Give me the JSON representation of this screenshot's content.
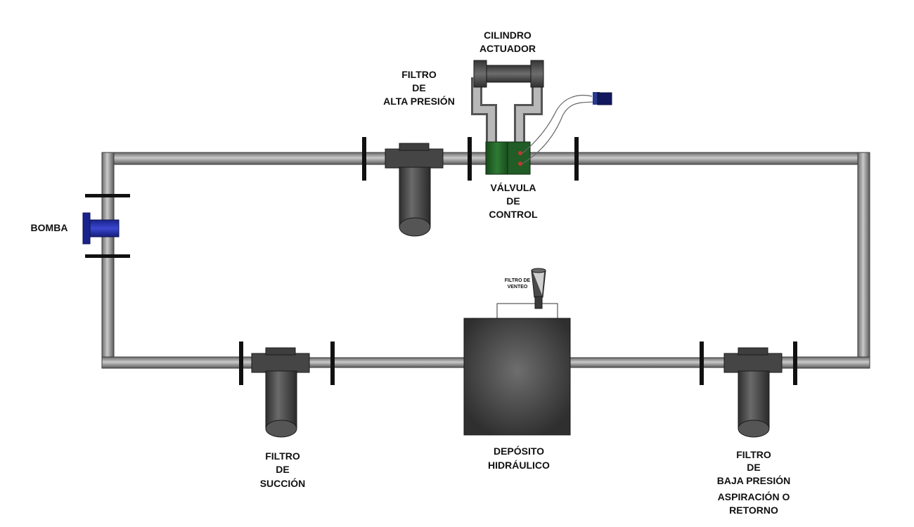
{
  "colors": {
    "pipe_outer": "#4a4a4a",
    "pipe_inner": "#b8b8b8",
    "component_dark": "#3c3c3c",
    "flange": "#111111",
    "valve": "#1f5a23",
    "pump": "#1e2aa8",
    "solenoid": "#12185e",
    "indicator_red": "#c0392b"
  },
  "labels": {
    "cylinder": [
      "CILINDRO",
      "ACTUADOR"
    ],
    "high_pressure_filter": [
      "FILTRO",
      "DE",
      "ALTA PRESIÓN"
    ],
    "control_valve": [
      "VÁLVULA",
      "DE",
      "CONTROL"
    ],
    "pump": "BOMBA",
    "vent_filter": [
      "FILTRO DE",
      "VENTEO"
    ],
    "suction_filter": [
      "FILTRO",
      "DE",
      "SUCCIÓN"
    ],
    "reservoir": [
      "DEPÓSITO",
      "HIDRÁULICO"
    ],
    "low_pressure_filter": [
      "FILTRO",
      "DE",
      "BAJA PRESIÓN",
      "ASPIRACIÓN O",
      "RETORNO"
    ]
  }
}
